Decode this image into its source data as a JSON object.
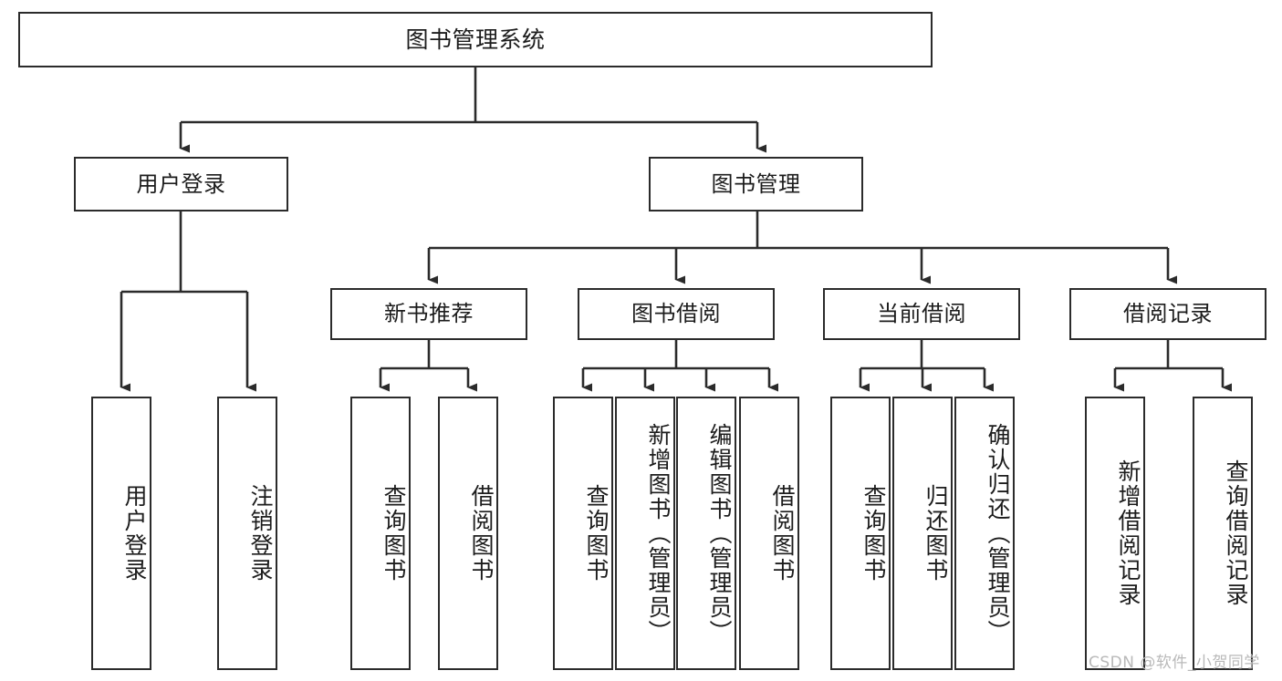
{
  "diagram": {
    "type": "tree-hierarchy",
    "title": "图书管理系统",
    "watermark": "CSDN @软件_小贺同学",
    "colors": {
      "border": "#2b2b2b",
      "background": "#ffffff",
      "text": "#1c1c1c",
      "watermark": "#b9b9b9"
    },
    "nodes": {
      "root": {
        "label": "图书管理系统",
        "level": 1,
        "orientation": "horizontal"
      },
      "level2": [
        {
          "id": "user-login",
          "label": "用户登录",
          "orientation": "horizontal"
        },
        {
          "id": "book-manage",
          "label": "图书管理",
          "orientation": "horizontal"
        }
      ],
      "level3": [
        {
          "id": "new-book-recommend",
          "label": "新书推荐",
          "parent": "book-manage",
          "orientation": "horizontal"
        },
        {
          "id": "book-borrow",
          "label": "图书借阅",
          "parent": "book-manage",
          "orientation": "horizontal"
        },
        {
          "id": "current-borrow",
          "label": "当前借阅",
          "parent": "book-manage",
          "orientation": "horizontal"
        },
        {
          "id": "borrow-record",
          "label": "借阅记录",
          "parent": "book-manage",
          "orientation": "horizontal"
        }
      ],
      "leaves": [
        {
          "id": "leaf-user-login",
          "label": "用户登录",
          "parent": "user-login",
          "orientation": "vertical"
        },
        {
          "id": "leaf-user-logout",
          "label": "注销登录",
          "parent": "user-login",
          "orientation": "vertical"
        },
        {
          "id": "leaf-query-book-1",
          "label": "查询图书",
          "parent": "new-book-recommend",
          "orientation": "vertical"
        },
        {
          "id": "leaf-borrow-book-1",
          "label": "借阅图书",
          "parent": "new-book-recommend",
          "orientation": "vertical"
        },
        {
          "id": "leaf-query-book-2",
          "label": "查询图书",
          "parent": "book-borrow",
          "orientation": "vertical"
        },
        {
          "id": "leaf-add-book",
          "label": "新增图书（管理员）",
          "parent": "book-borrow",
          "orientation": "vertical"
        },
        {
          "id": "leaf-edit-book",
          "label": "编辑图书（管理员）",
          "parent": "book-borrow",
          "orientation": "vertical"
        },
        {
          "id": "leaf-borrow-book-2",
          "label": "借阅图书",
          "parent": "book-borrow",
          "orientation": "vertical"
        },
        {
          "id": "leaf-query-book-3",
          "label": "查询图书",
          "parent": "current-borrow",
          "orientation": "vertical"
        },
        {
          "id": "leaf-return-book",
          "label": "归还图书",
          "parent": "current-borrow",
          "orientation": "vertical"
        },
        {
          "id": "leaf-confirm-return",
          "label": "确认归还（管理员）",
          "parent": "current-borrow",
          "orientation": "vertical"
        },
        {
          "id": "leaf-add-record",
          "label": "新增借阅记录",
          "parent": "borrow-record",
          "orientation": "vertical"
        },
        {
          "id": "leaf-query-record",
          "label": "查询借阅记录",
          "parent": "borrow-record",
          "orientation": "vertical"
        }
      ]
    }
  }
}
